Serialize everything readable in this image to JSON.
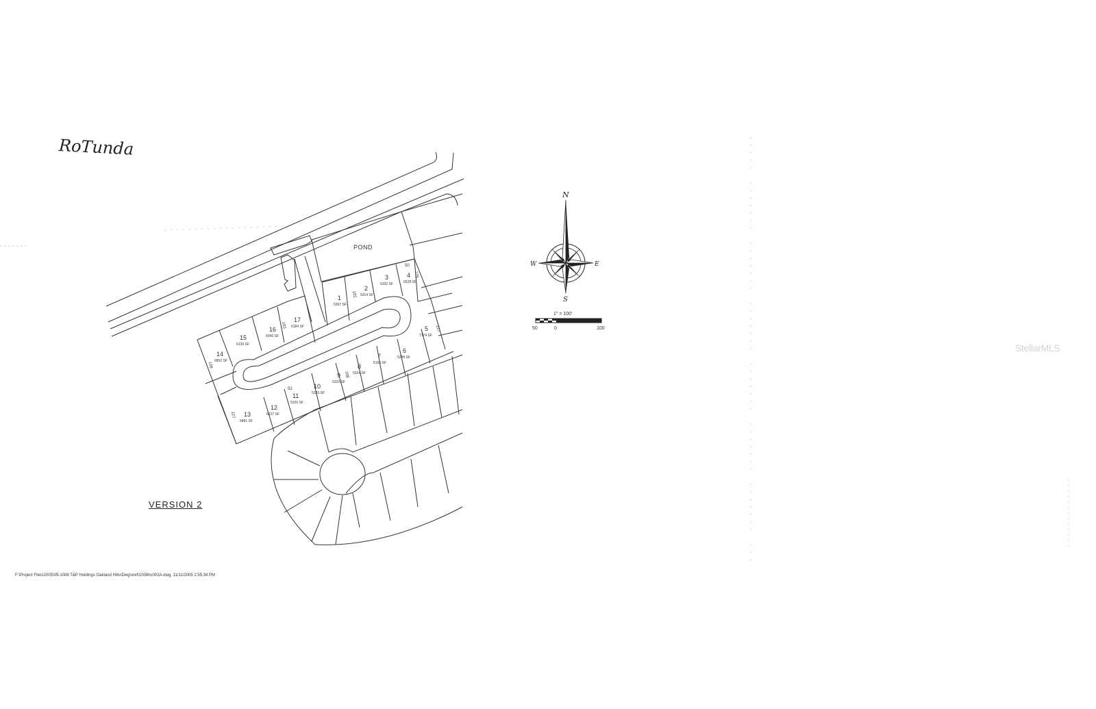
{
  "title_handwritten": "RoTunda",
  "version_label": "VERSION 2",
  "pond_label": "POND",
  "file_path": "F:\\Project Files\\2005\\05-1008 T&P Holdings Oakland Hills\\Dwg\\xref\\1008hc002A.dwg, 11/11/2005 2:55:34 PM",
  "watermark": "StellarMLS",
  "compass": {
    "n": "N",
    "s": "S",
    "e": "E",
    "w": "W"
  },
  "scale": {
    "label": "1\" = 100'",
    "ticks": [
      "50",
      "0",
      "100"
    ]
  },
  "lots": [
    {
      "num": "1",
      "area": "5397 SF"
    },
    {
      "num": "2",
      "area": "5314 SF"
    },
    {
      "num": "3",
      "area": "5332 SF"
    },
    {
      "num": "4",
      "area": "6628 SF"
    },
    {
      "num": "5",
      "area": "7174 SF"
    },
    {
      "num": "6",
      "area": "5288 SF"
    },
    {
      "num": "7",
      "area": "5165 SF"
    },
    {
      "num": "8",
      "area": "5324 SF"
    },
    {
      "num": "9",
      "area": "5329 SF"
    },
    {
      "num": "10",
      "area": "5329 SF"
    },
    {
      "num": "11",
      "area": "5326 SF"
    },
    {
      "num": "12",
      "area": "6127 SF"
    },
    {
      "num": "13",
      "area": "6881 SF"
    },
    {
      "num": "14",
      "area": "6852 SF"
    },
    {
      "num": "15",
      "area": "6139 SF"
    },
    {
      "num": "16",
      "area": "6046 SF"
    },
    {
      "num": "17",
      "area": "6184 SF"
    }
  ],
  "dimensions": [
    "50",
    "126",
    "127",
    "102",
    "103",
    "52",
    "128",
    "127",
    "108"
  ]
}
